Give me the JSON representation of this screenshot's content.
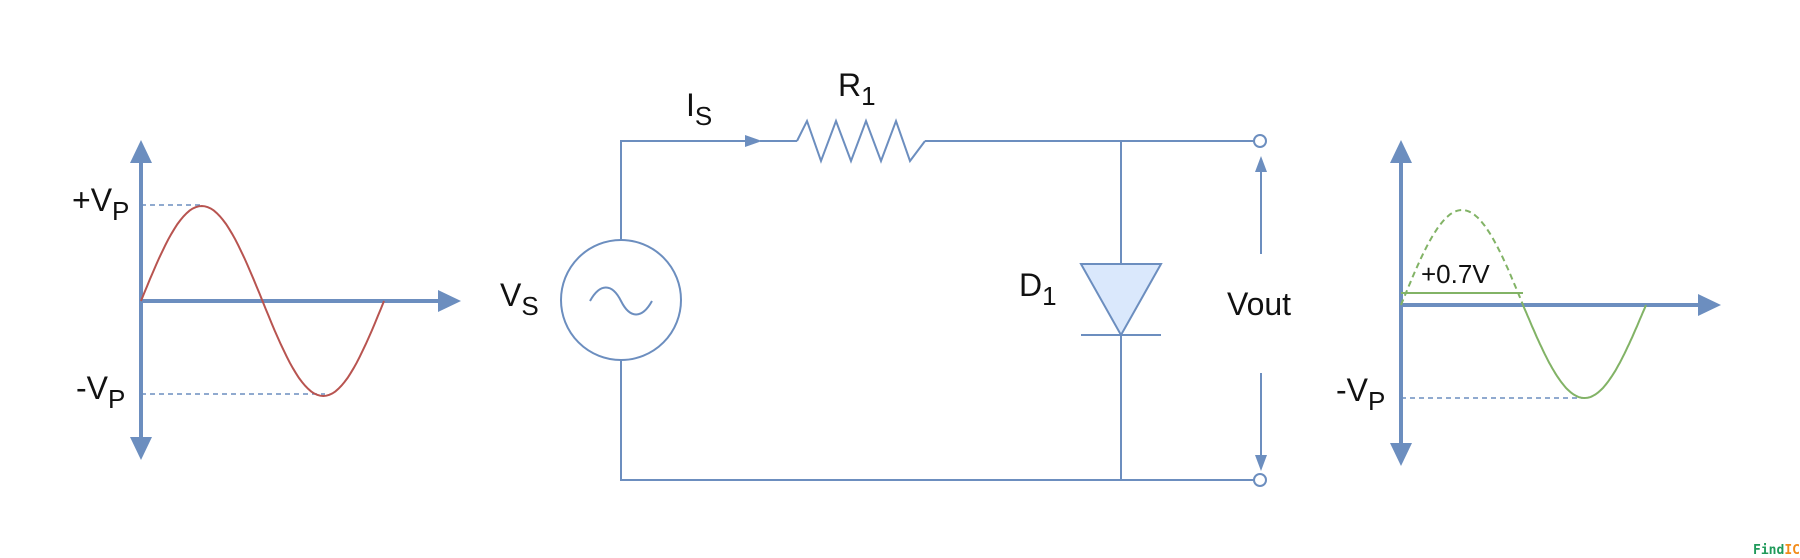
{
  "colors": {
    "wire": "#6c8ebf",
    "input_wave": "#b85450",
    "output_wave": "#82b366",
    "diode_fill": "#dae8fc"
  },
  "labels": {
    "input_positive_peak": "+V",
    "input_positive_peak_sub": "P",
    "input_negative_peak": "-V",
    "input_negative_peak_sub": "P",
    "source": "V",
    "source_sub": "S",
    "current": "I",
    "current_sub": "S",
    "resistor": "R",
    "resistor_sub": "1",
    "diode": "D",
    "diode_sub": "1",
    "output": "Vout",
    "clamp_level": "+0.7V",
    "output_negative_peak": "-V",
    "output_negative_peak_sub": "P"
  },
  "watermark": {
    "part1": "Find",
    "part2": "IC"
  },
  "icons": {
    "source_symbol": "ac-sine-icon",
    "arrows": "arrow-icon"
  }
}
